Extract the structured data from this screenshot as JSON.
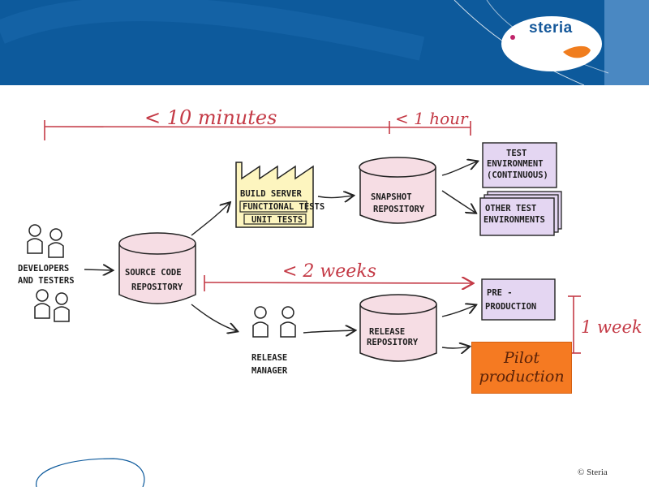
{
  "header": {
    "logo_text": "steria"
  },
  "timeline": {
    "top_left_label": "< 10 minutes",
    "top_right_label": "< 1 hour",
    "middle_label": "< 2 weeks",
    "right_label": "1 week"
  },
  "nodes": {
    "developers": {
      "line1": "DEVELOPERS",
      "line2": "AND TESTERS"
    },
    "source_repo": {
      "line1": "SOURCE CODE",
      "line2": "REPOSITORY"
    },
    "build_server": {
      "title": "BUILD SERVER",
      "functional_tests": "FUNCTIONAL TESTS",
      "unit_tests": "UNIT TESTS"
    },
    "snapshot_repo": {
      "line1": "SNAPSHOT",
      "line2": "REPOSITORY"
    },
    "test_env": {
      "line1": "TEST",
      "line2": "ENVIRONMENT",
      "line3": "(CONTINUOUS)"
    },
    "other_envs": {
      "line1": "OTHER TEST",
      "line2": "ENVIRONMENTS"
    },
    "release_manager": {
      "line1": "RELEASE",
      "line2": "MANAGER"
    },
    "release_repo": {
      "line1": "RELEASE",
      "line2": "REPOSITORY"
    },
    "pre_production": {
      "line1": "PRE -",
      "line2": "PRODUCTION"
    },
    "pilot": {
      "line1": "Pilot",
      "line2": "production"
    }
  },
  "footer": {
    "copyright": "© Steria"
  },
  "colors": {
    "header_blue": "#0d5a9c",
    "accent_red": "#c43a46",
    "pilot_orange": "#f57a22",
    "env_purple": "#e4d6f2",
    "repo_pink": "#f6dde4"
  }
}
